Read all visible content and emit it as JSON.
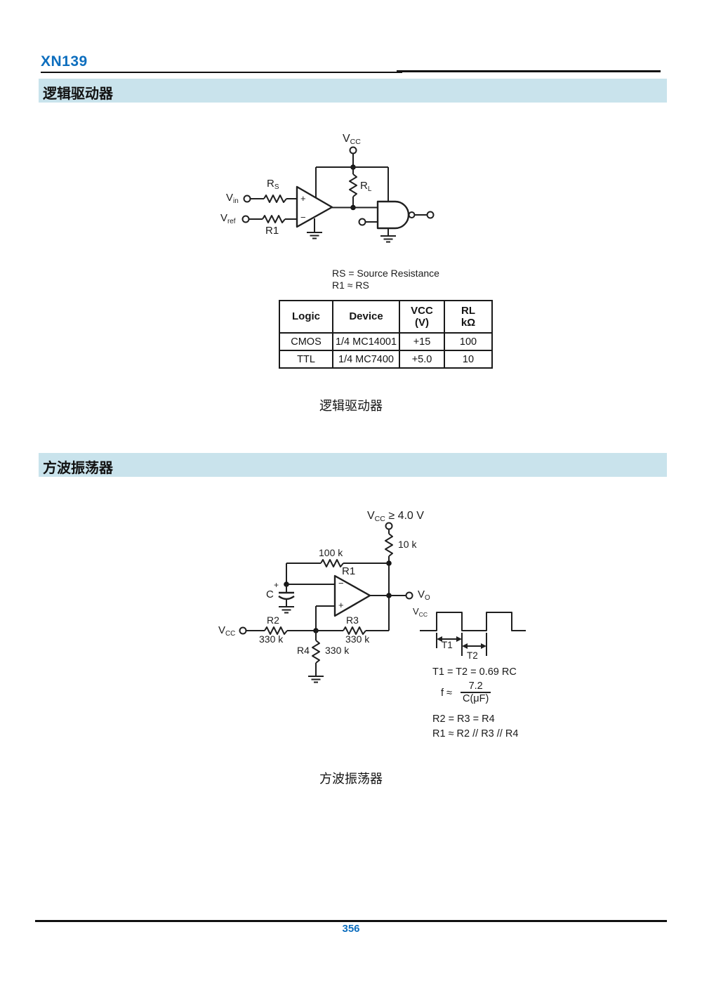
{
  "page": {
    "code": "XN139",
    "number": "356"
  },
  "colors": {
    "accent": "#0d6ebe",
    "section_bg": "#c9e3ec"
  },
  "sections": [
    {
      "title": "逻辑驱动器"
    },
    {
      "title": "方波振荡器"
    }
  ],
  "captions": {
    "figure1": "逻辑驱动器",
    "figure2": "方波振荡器"
  },
  "fig1": {
    "labels": {
      "vcc": {
        "base": "V",
        "sub": "CC"
      },
      "vin": {
        "base": "V",
        "sub": "in"
      },
      "vref": {
        "base": "V",
        "sub": "ref"
      },
      "rs": {
        "base": "R",
        "sub": "S"
      },
      "r1": "R1",
      "rl": {
        "base": "R",
        "sub": "L"
      },
      "plus": "+",
      "minus": "−"
    },
    "notes": {
      "l1base": "R",
      "l1sub": "S",
      "l1rest": " = Source Resistance",
      "l2pre": "R1 ≈ R",
      "l2sub": "S"
    },
    "table": {
      "h_logic": "Logic",
      "h_device": "Device",
      "h_vcc_base": "V",
      "h_vcc_sub": "CC",
      "h_vcc_unit": "(V)",
      "h_rl_base": "R",
      "h_rl_sub": "L",
      "h_rl_unit": "kΩ",
      "rows": [
        [
          "CMOS",
          "1/4 MC14001",
          "+15",
          "100"
        ],
        [
          "TTL",
          "1/4 MC7400",
          "+5.0",
          "10"
        ]
      ]
    }
  },
  "fig2": {
    "labels": {
      "vcc_top": {
        "base": "V",
        "sub": "CC",
        "rest": " ≥ 4.0 V"
      },
      "r10k": "10 k",
      "r100k": "100 k",
      "r1": "R1",
      "minus": "−",
      "plus": "+",
      "cap_plus": "+",
      "c": "C",
      "vcc_left": {
        "base": "V",
        "sub": "CC"
      },
      "r2": "R2",
      "r2v": "330 k",
      "r3": "R3",
      "r3v": "330 k",
      "r4": "R4",
      "r4v": "330 k",
      "vo": {
        "base": "V",
        "sub": "O"
      },
      "wf_vcc": {
        "base": "V",
        "sub": "CC"
      },
      "t1": "T1",
      "t2": "T2"
    },
    "formulas": {
      "t": "T1 = T2 = 0.69 RC",
      "f_lhs": "f ≈",
      "f_num": "7.2",
      "f_den": "C(μF)",
      "r234": "R2 = R3 = R4",
      "r1": "R1 ≈ R2 // R3 // R4"
    }
  }
}
